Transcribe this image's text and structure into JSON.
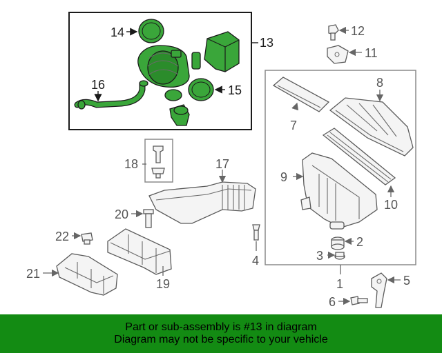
{
  "labels": {
    "l1": "1",
    "l2": "2",
    "l3": "3",
    "l4": "4",
    "l5": "5",
    "l6": "6",
    "l7": "7",
    "l8": "8",
    "l9": "9",
    "l10": "10",
    "l11": "11",
    "l12": "12",
    "l13": "13",
    "l14": "14",
    "l15": "15",
    "l16": "16",
    "l17": "17",
    "l18": "18",
    "l19": "19",
    "l20": "20",
    "l21": "21",
    "l22": "22"
  },
  "banner": {
    "line1": "Part or sub-assembly is #13 in diagram",
    "line2": "Diagram may not be specific to your vehicle"
  },
  "colors": {
    "highlight_part": "#3aa63a",
    "banner_bg": "#138b13",
    "normal_part": "#f4f4f4"
  }
}
